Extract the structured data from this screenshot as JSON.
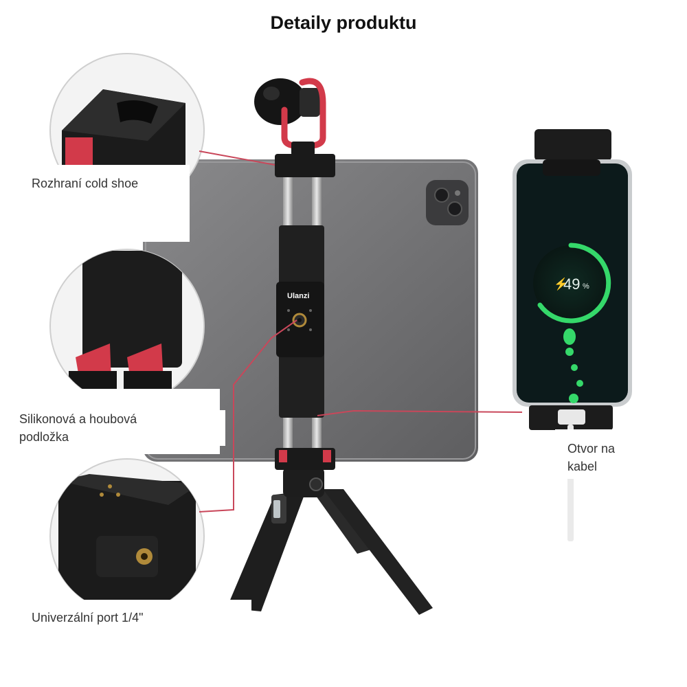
{
  "page": {
    "title": "Detaily produktu"
  },
  "labels": {
    "cold_shoe": "Rozhraní cold shoe",
    "silicone_line1": "Silikonová a houbová",
    "silicone_line2": "podložka",
    "cable_line1": "Otvor na",
    "cable_line2": "kabel",
    "port": "Univerzální port 1/4\""
  },
  "product": {
    "brand": "Ulanzi",
    "phone_battery": "49",
    "phone_battery_unit": "%"
  },
  "colors": {
    "accent_red": "#d23a4a",
    "callout_line": "#c9475a",
    "tablet_gray": "#6e6e70",
    "charge_green": "#35d86a"
  }
}
